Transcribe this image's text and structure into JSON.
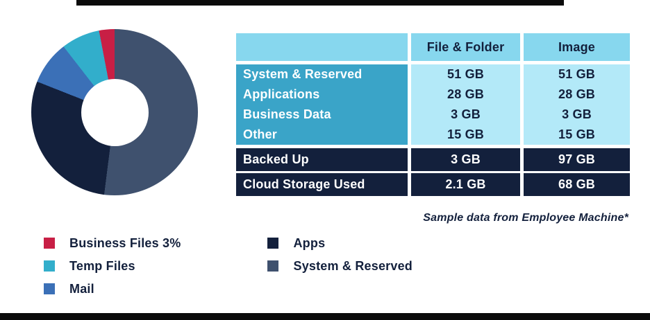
{
  "colors": {
    "red": "#C81F45",
    "teal": "#32AECB",
    "blue": "#3B70B7",
    "navy": "#13203C",
    "slate": "#3F516E",
    "header_bg": "#87D7EE",
    "teal_cell_bg": "#3AA4C8",
    "light_cell_bg": "#B3E9F8"
  },
  "chart_data": {
    "type": "pie",
    "donut": true,
    "title": "",
    "legend_position": "bottom-left",
    "segments": [
      {
        "label": "System & Reserved",
        "value": 52,
        "color": "#3F516E"
      },
      {
        "label": "Apps",
        "value": 29,
        "color": "#13203C"
      },
      {
        "label": "Mail",
        "value": 8.5,
        "color": "#3B70B7"
      },
      {
        "label": "Temp Files",
        "value": 7.5,
        "color": "#32AECB"
      },
      {
        "label": "Business Files",
        "value": 3,
        "color": "#C81F45"
      }
    ]
  },
  "table": {
    "columns": [
      "",
      "File & Folder",
      "Image"
    ],
    "teal_rows": [
      {
        "label": "System & Reserved",
        "file_folder": "51 GB",
        "image": "51 GB"
      },
      {
        "label": "Applications",
        "file_folder": "28 GB",
        "image": "28 GB"
      },
      {
        "label": "Business Data",
        "file_folder": "3 GB",
        "image": "3 GB"
      },
      {
        "label": "Other",
        "file_folder": "15 GB",
        "image": "15 GB"
      }
    ],
    "dark_rows": [
      {
        "label": "Backed Up",
        "file_folder": "3 GB",
        "image": "97 GB"
      },
      {
        "label": "Cloud Storage Used",
        "file_folder": "2.1 GB",
        "image": "68 GB"
      }
    ],
    "caption": "Sample data from Employee Machine*"
  },
  "legend": {
    "col1": [
      {
        "label": "Business Files 3%",
        "color": "#C81F45"
      },
      {
        "label": "Temp Files",
        "color": "#32AECB"
      },
      {
        "label": "Mail",
        "color": "#3B70B7"
      }
    ],
    "col2": [
      {
        "label": "Apps",
        "color": "#13203C"
      },
      {
        "label": "System & Reserved",
        "color": "#3F516E"
      }
    ]
  }
}
